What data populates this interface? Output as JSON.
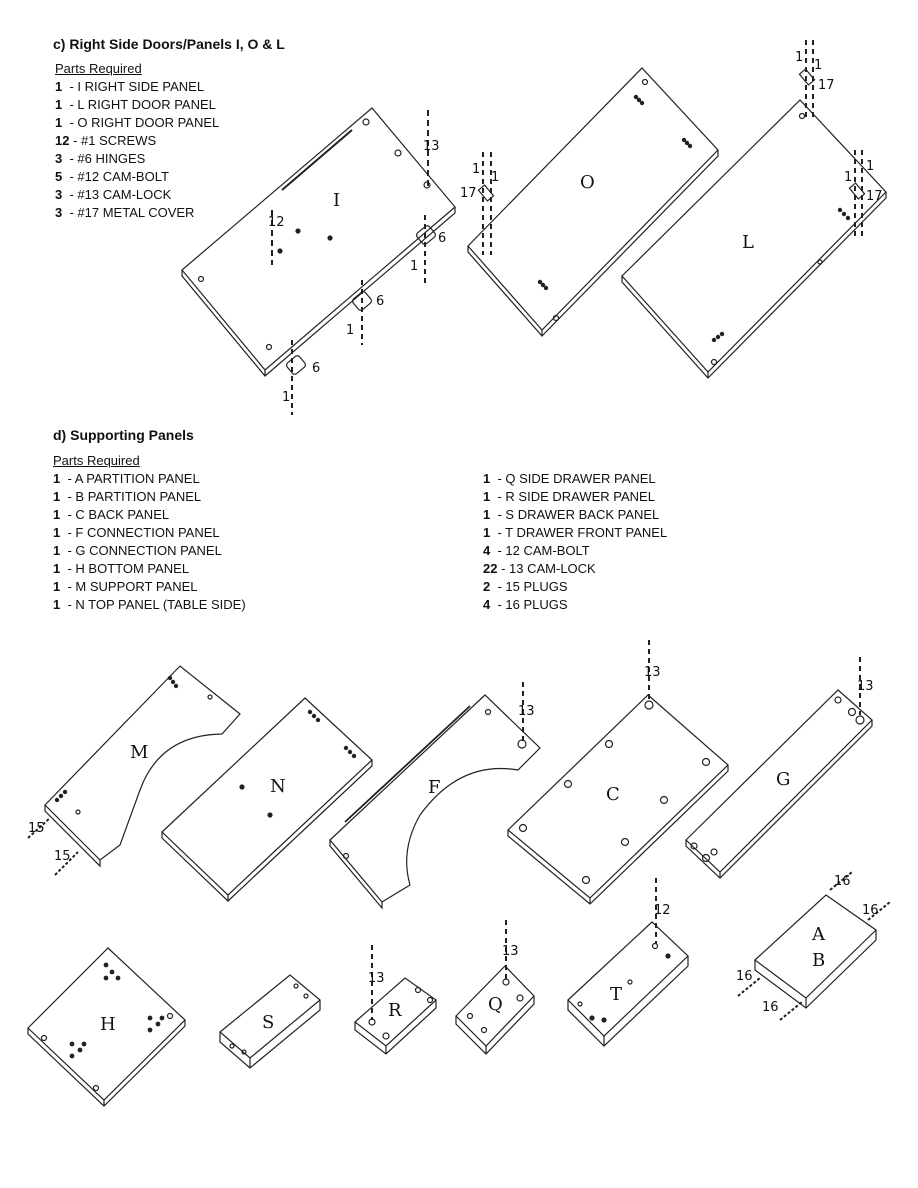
{
  "section_c": {
    "heading": "c) Right Side Doors/Panels I, O & L",
    "parts_title": "Parts Required",
    "parts": [
      {
        "qty": "1",
        "desc": "-  I  RIGHT SIDE PANEL"
      },
      {
        "qty": "1",
        "desc": "-  L RIGHT DOOR PANEL"
      },
      {
        "qty": "1",
        "desc": "-  O RIGHT DOOR PANEL"
      },
      {
        "qty": "12",
        "desc": "- #1 SCREWS"
      },
      {
        "qty": "3",
        "desc": "-  #6  HINGES"
      },
      {
        "qty": "5",
        "desc": "-  #12  CAM-BOLT"
      },
      {
        "qty": "3",
        "desc": "-  #13 CAM-LOCK"
      },
      {
        "qty": "3",
        "desc": "-  #17  METAL COVER"
      }
    ],
    "panel_labels": {
      "i": "I",
      "o": "O",
      "l": "L"
    },
    "part_numbers": {
      "n1": "1",
      "n6": "6",
      "n12": "12",
      "n13": "13",
      "n17": "17"
    }
  },
  "section_d": {
    "heading": "d) Supporting Panels",
    "parts_title": "Parts Required",
    "parts_left": [
      {
        "qty": "1",
        "desc": "-  A  PARTITION PANEL"
      },
      {
        "qty": "1",
        "desc": "-  B  PARTITION PANEL"
      },
      {
        "qty": "1",
        "desc": "-  C BACK PANEL"
      },
      {
        "qty": "1",
        "desc": "-  F  CONNECTION PANEL"
      },
      {
        "qty": "1",
        "desc": "-  G  CONNECTION PANEL"
      },
      {
        "qty": "1",
        "desc": "-  H BOTTOM PANEL"
      },
      {
        "qty": "1",
        "desc": "-  M  SUPPORT PANEL"
      },
      {
        "qty": "1",
        "desc": "-  N  TOP PANEL (TABLE SIDE)"
      }
    ],
    "parts_right": [
      {
        "qty": "1",
        "desc": "-  Q  SIDE DRAWER PANEL"
      },
      {
        "qty": "1",
        "desc": "-  R  SIDE DRAWER PANEL"
      },
      {
        "qty": "1",
        "desc": "-  S  DRAWER BACK PANEL"
      },
      {
        "qty": "1",
        "desc": "-  T  DRAWER FRONT PANEL"
      },
      {
        "qty": "4",
        "desc": "-  12  CAM-BOLT"
      },
      {
        "qty": "22",
        "desc": "- 13  CAM-LOCK"
      },
      {
        "qty": "2",
        "desc": "-  15  PLUGS"
      },
      {
        "qty": "4",
        "desc": "-  16   PLUGS"
      }
    ],
    "panel_labels": {
      "m": "M",
      "n": "N",
      "f": "F",
      "c": "C",
      "g": "G",
      "h": "H",
      "s": "S",
      "r": "R",
      "q": "Q",
      "t": "T",
      "a": "A",
      "b": "B"
    },
    "part_numbers": {
      "n12": "12",
      "n13": "13",
      "n15": "15",
      "n16": "16"
    }
  }
}
